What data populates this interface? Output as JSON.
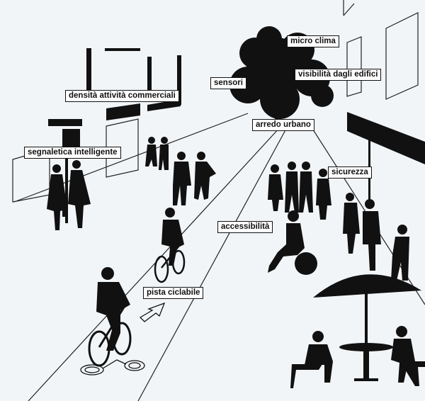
{
  "labels": {
    "micro_clima": "micro clima",
    "sensori": "sensori",
    "visibilita": "visibilità dagli edifici",
    "densita": "densità attività commerciali",
    "arredo": "arredo urbano",
    "segnaletica": "segnaletica intelligente",
    "sicurezza": "sicurezza",
    "accessibilita": "accessibilità",
    "pista": "pista ciclabile"
  },
  "colors": {
    "background": "#f2f5f8",
    "silhouette": "#111111",
    "line": "#222222",
    "label_bg": "#ffffff"
  }
}
